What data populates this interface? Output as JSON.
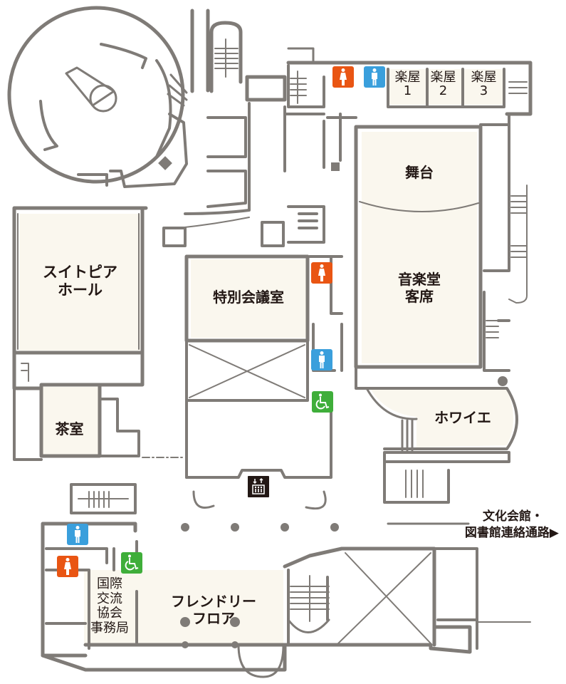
{
  "map": {
    "rooms": {
      "sweetpia_hall": "スイトピア\nホール",
      "sweetpia_hall_line1": "スイトピア",
      "sweetpia_hall_line2": "ホール",
      "tea_room": "茶室",
      "special_meeting_room": "特別会議室",
      "stage": "舞台",
      "concert_hall_seats_line1": "音楽堂",
      "concert_hall_seats_line2": "客席",
      "foyer": "ホワイエ",
      "dressing_room_1_line1": "楽屋",
      "dressing_room_1_line2": "1",
      "dressing_room_2_line1": "楽屋",
      "dressing_room_2_line2": "2",
      "dressing_room_3_line1": "楽屋",
      "dressing_room_3_line2": "3",
      "friendly_floor_line1": "フレンドリー",
      "friendly_floor_line2": "フロア",
      "intl_office_line1": "国際",
      "intl_office_line2": "交流",
      "intl_office_line3": "協会",
      "intl_office_line4": "事務局"
    },
    "link": {
      "line1": "文化会館・",
      "line2": "図書館連絡通路",
      "arrow": "▶"
    },
    "icons": [
      {
        "type": "womens-restroom-icon",
        "color": "#e95513"
      },
      {
        "type": "mens-restroom-icon",
        "color": "#3a9fdc"
      },
      {
        "type": "accessible-restroom-icon",
        "color": "#3fae3a"
      },
      {
        "type": "elevator-icon",
        "color": "#231815"
      }
    ],
    "colors": {
      "wall": "#7f7b77",
      "room_fill": "#faf7ee",
      "text": "#231815"
    }
  }
}
